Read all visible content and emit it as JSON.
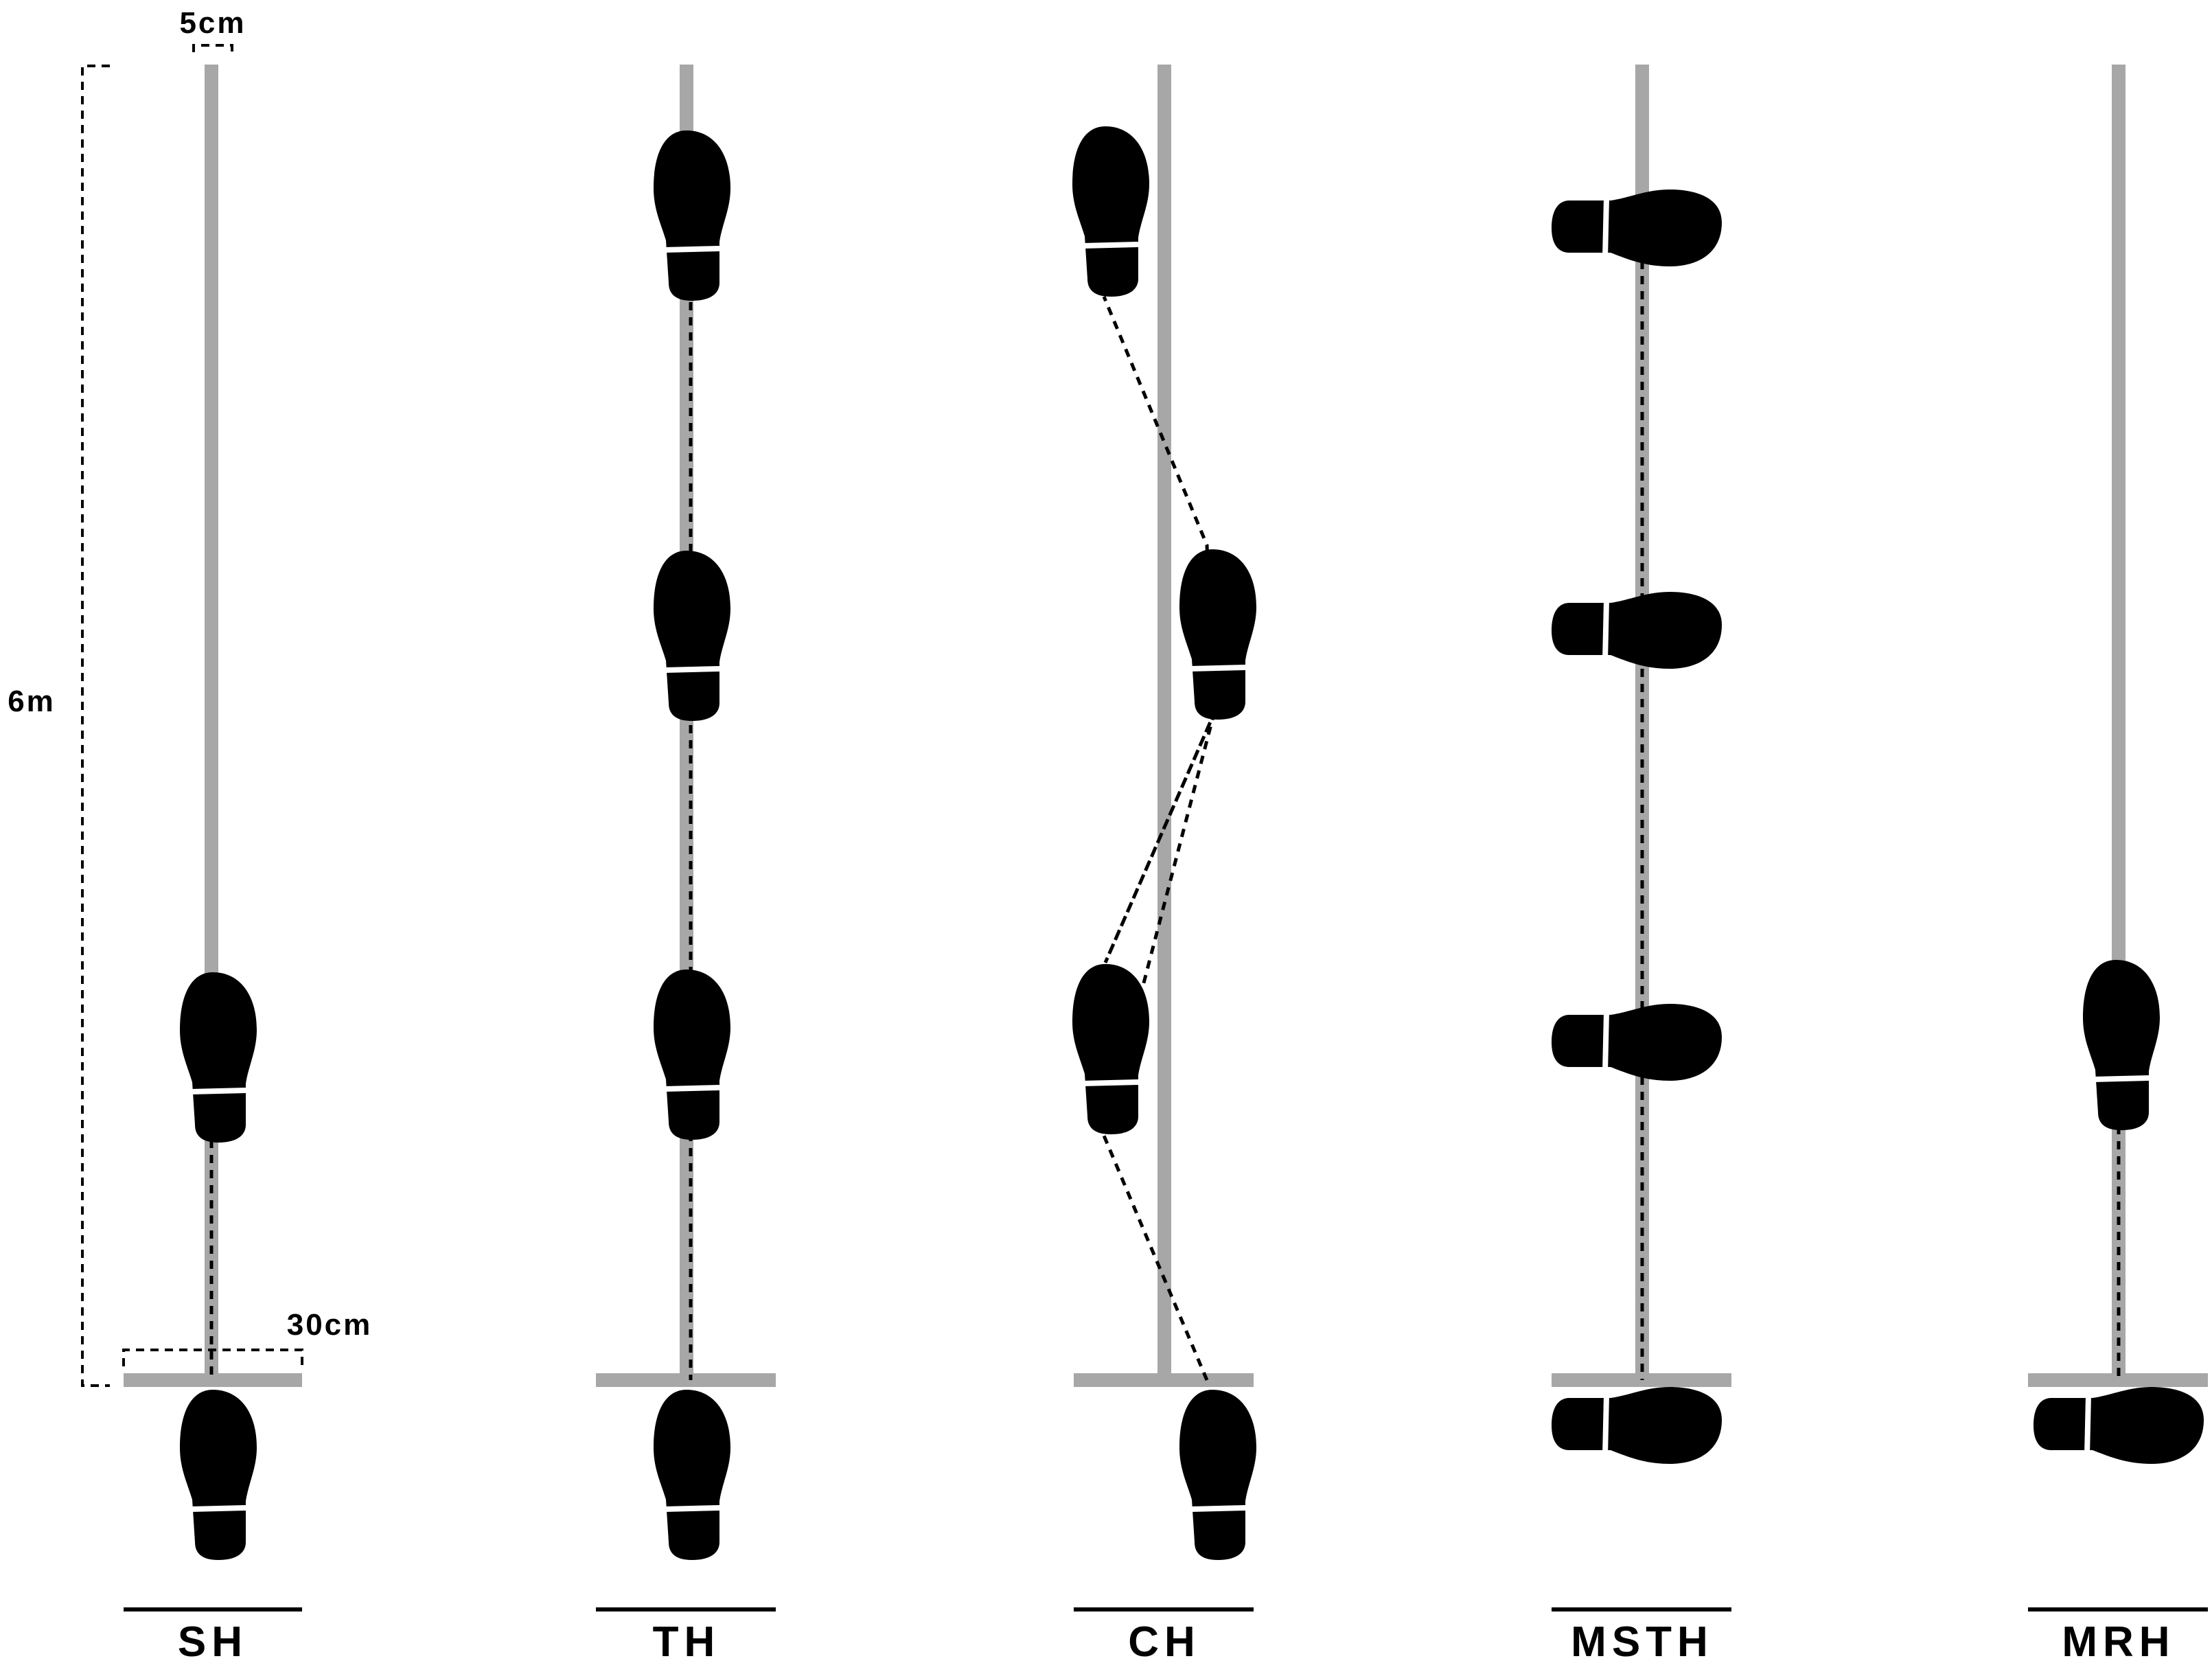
{
  "dimensions": {
    "width_label": "5cm",
    "length_label": "6m",
    "start_width_label": "30cm"
  },
  "tests": [
    {
      "label": "SH"
    },
    {
      "label": "TH"
    },
    {
      "label": "CH"
    },
    {
      "label": "MSTH"
    },
    {
      "label": "MRH"
    }
  ],
  "colors": {
    "track": "#a7a7a7",
    "footprint": "#000000",
    "dashed_path": "#000000",
    "background": "#ffffff"
  },
  "icons": {
    "footprint": "footprint-icon"
  }
}
